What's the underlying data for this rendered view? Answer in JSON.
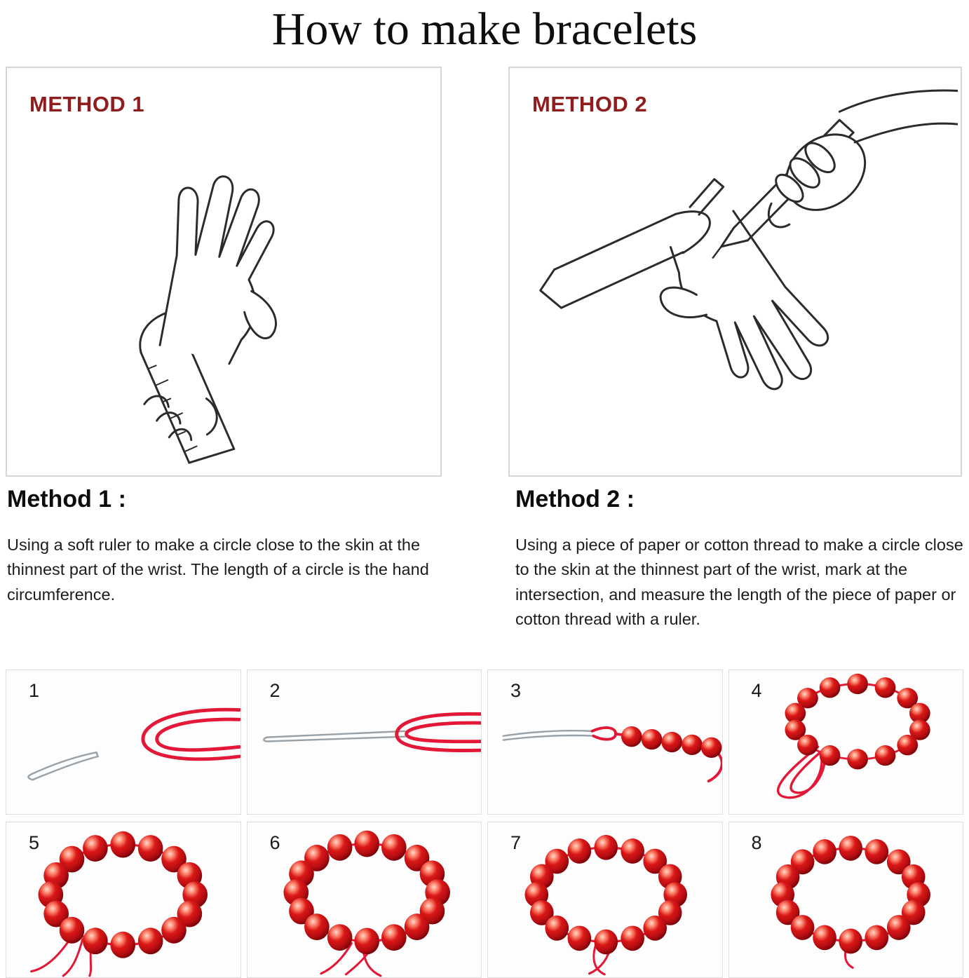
{
  "title": "How to make bracelets",
  "methods": [
    {
      "label": "METHOD 1",
      "heading": "Method 1 :",
      "description": "Using a soft ruler to make a circle close to the skin at the thinnest part of the wrist. The length of a circle is the hand circumference."
    },
    {
      "label": "METHOD 2",
      "heading": "Method 2 :",
      "description": "Using a piece of paper or cotton thread to make a circle close to the skin at the thinnest part of the wrist, mark at the intersection, and measure the length of the piece of paper or cotton thread with a ruler."
    }
  ],
  "steps": [
    {
      "number": "1"
    },
    {
      "number": "2"
    },
    {
      "number": "3"
    },
    {
      "number": "4"
    },
    {
      "number": "5"
    },
    {
      "number": "6"
    },
    {
      "number": "7"
    },
    {
      "number": "8"
    }
  ],
  "colors": {
    "accent_red": "#8f1d1d",
    "bead_red": "#da1717",
    "thread_red": "#e31837"
  }
}
